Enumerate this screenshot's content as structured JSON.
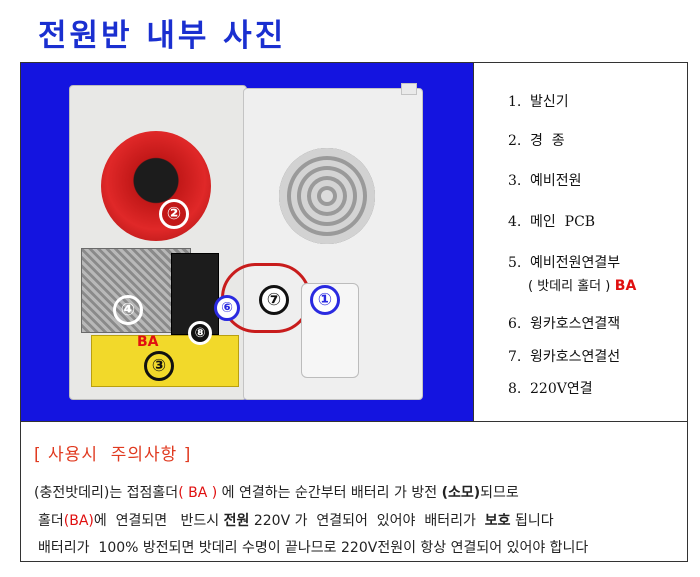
{
  "title": "전원반 내부 사진",
  "legend": [
    {
      "num": "1.",
      "label": "발신기"
    },
    {
      "num": "2.",
      "label": "경  종"
    },
    {
      "num": "3.",
      "label": "예비전원"
    },
    {
      "num": "4.",
      "label": "메인  PCB"
    },
    {
      "num": "5.",
      "label": "예비전원연결부",
      "sub": "( 밧데리 홀더 )",
      "sub_tag": "BA"
    },
    {
      "num": "6.",
      "label": "윙카호스연결잭"
    },
    {
      "num": "7.",
      "label": "윙카호스연결선"
    },
    {
      "num": "8.",
      "label": "220V연결"
    }
  ],
  "photo": {
    "markers": [
      "②",
      "④",
      "③",
      "⑥",
      "⑧",
      "⑦",
      "①"
    ],
    "battery_tag": "BA"
  },
  "notice": {
    "heading": "[ 사용시  주의사항 ]",
    "line1": {
      "a": "(충전밧데리)는 접점홀더",
      "b": "( BA )",
      "c": " 에 연결하는 순간부터 배터리 가 방전 ",
      "d": "(소모)",
      "e": "되므로"
    },
    "line2": {
      "a": "홀더",
      "b": "(BA)",
      "c": "에  연결되면   반드시 ",
      "d": "전원",
      "e": " 220V 가  연결되어  있어야  배터리가  ",
      "f": "보호",
      "g": " 됩니다"
    },
    "line3": "배터리가  100% 방전되면 밧데리 수명이 끝나므로 220V전원이 항상 연결되어 있어야 합니다"
  },
  "colors": {
    "title": "#1a2fd0",
    "photo_background": "#1414e0",
    "bell": "#d81a1a",
    "battery": "#f2d92a",
    "notice_heading": "#e03a20",
    "highlight": "#e01010"
  }
}
